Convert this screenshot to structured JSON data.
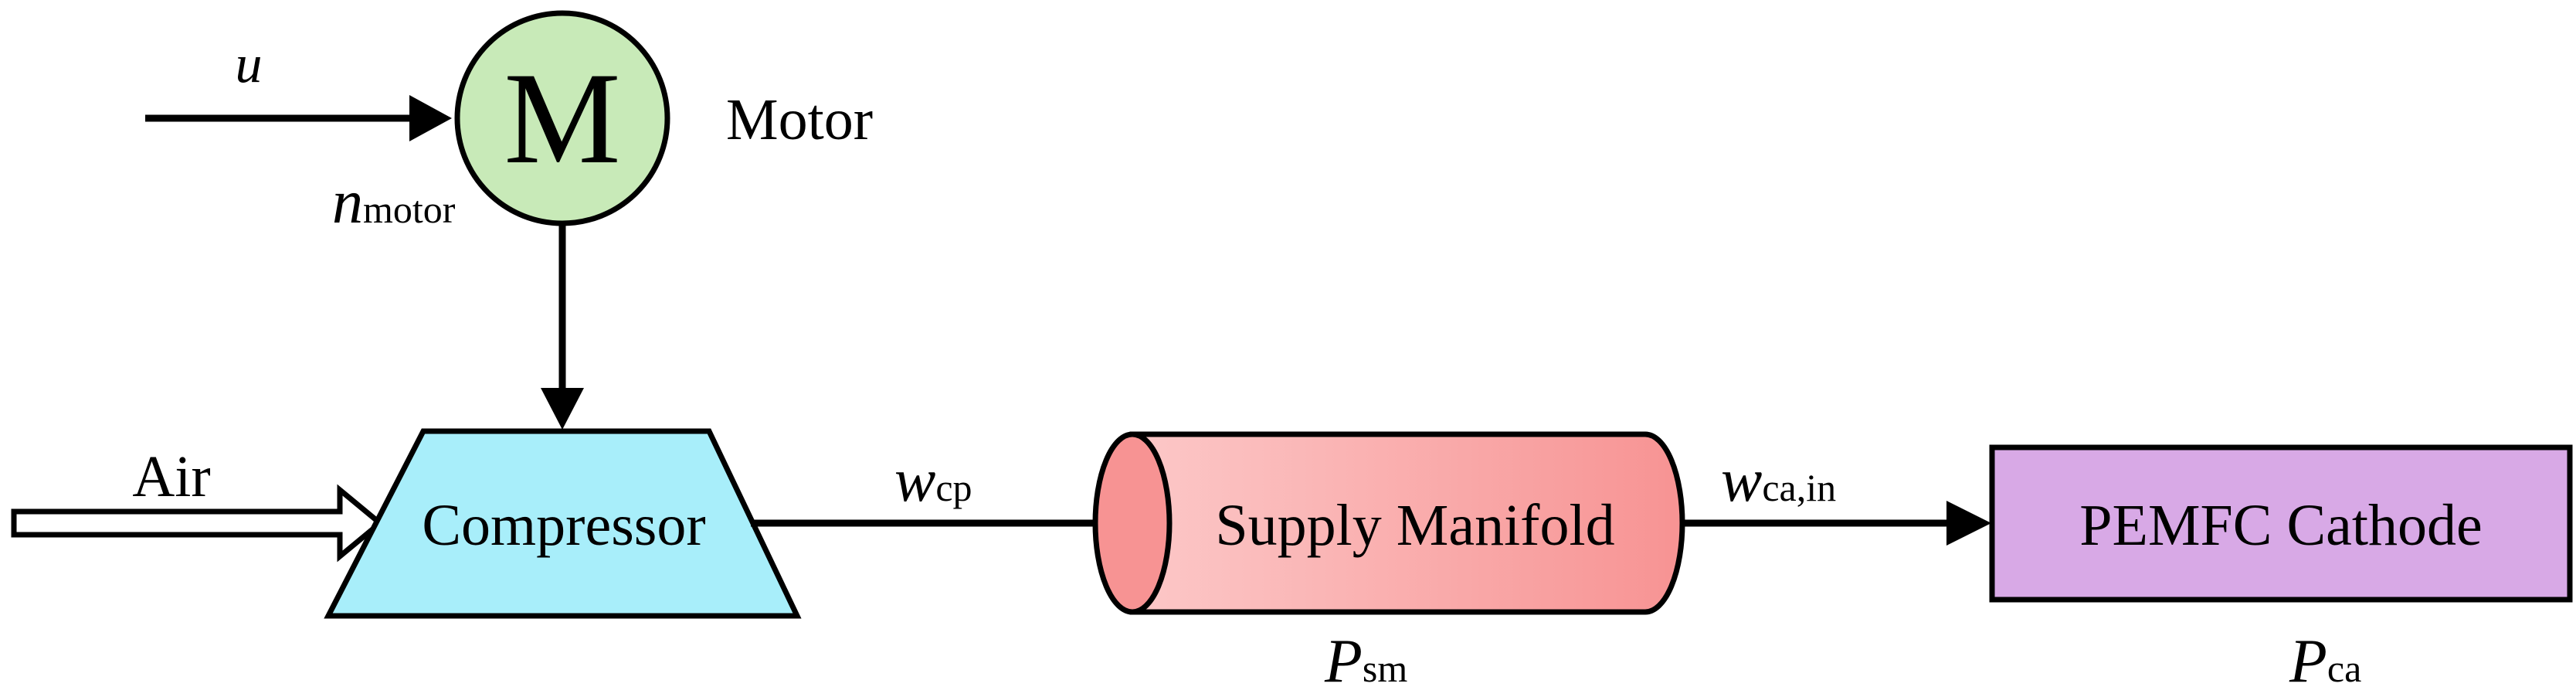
{
  "nodes": {
    "motor": {
      "symbol": "M",
      "label": "Motor",
      "fill": "#c8eab8"
    },
    "compressor": {
      "label": "Compressor",
      "fill": "#a8eefa"
    },
    "supply_manifold": {
      "label": "Supply Manifold",
      "fill_light": "#fcc8c8",
      "fill_dark": "#f79393"
    },
    "cathode": {
      "label": "PEMFC Cathode",
      "fill": "#d8a9e6"
    }
  },
  "signals": {
    "input_u": "u",
    "motor_speed": {
      "var": "n",
      "sub": "motor"
    },
    "air": "Air",
    "compressor_flow": {
      "var": "w",
      "sub": "cp"
    },
    "cathode_inflow": {
      "var": "w",
      "sub": "ca,in"
    },
    "manifold_pressure": {
      "var": "P",
      "sub": "sm"
    },
    "cathode_pressure": {
      "var": "P",
      "sub": "ca"
    }
  }
}
